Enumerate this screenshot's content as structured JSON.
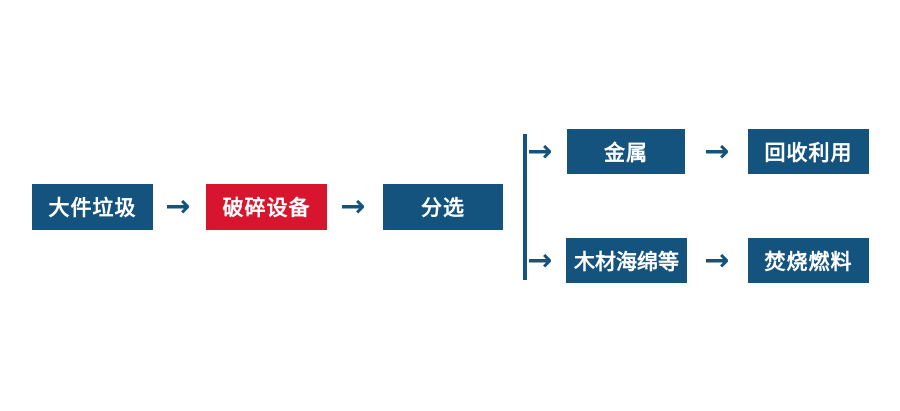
{
  "colors": {
    "box_blue": "#14537E",
    "box_red": "#D8152F",
    "arrow_blue": "#14537E",
    "text_white": "#FFFFFF",
    "background": "#FFFFFF"
  },
  "flowchart": {
    "title": "",
    "arrow_glyph": "→",
    "nodes": {
      "bulky_waste": {
        "label": "大件垃圾",
        "color": "blue"
      },
      "crushing_equipment": {
        "label": "破碎设备",
        "color": "red"
      },
      "sorting": {
        "label": "分选",
        "color": "blue"
      },
      "metal": {
        "label": "金属",
        "color": "blue"
      },
      "recycling": {
        "label": "回收利用",
        "color": "blue"
      },
      "wood_sponge": {
        "label": "木材海绵等",
        "color": "blue"
      },
      "incineration_fuel": {
        "label": "焚烧燃料",
        "color": "blue"
      }
    },
    "edges": [
      {
        "from": "bulky_waste",
        "to": "crushing_equipment"
      },
      {
        "from": "crushing_equipment",
        "to": "sorting"
      },
      {
        "from": "sorting",
        "to": "metal"
      },
      {
        "from": "sorting",
        "to": "wood_sponge"
      },
      {
        "from": "metal",
        "to": "recycling"
      },
      {
        "from": "wood_sponge",
        "to": "incineration_fuel"
      }
    ]
  }
}
